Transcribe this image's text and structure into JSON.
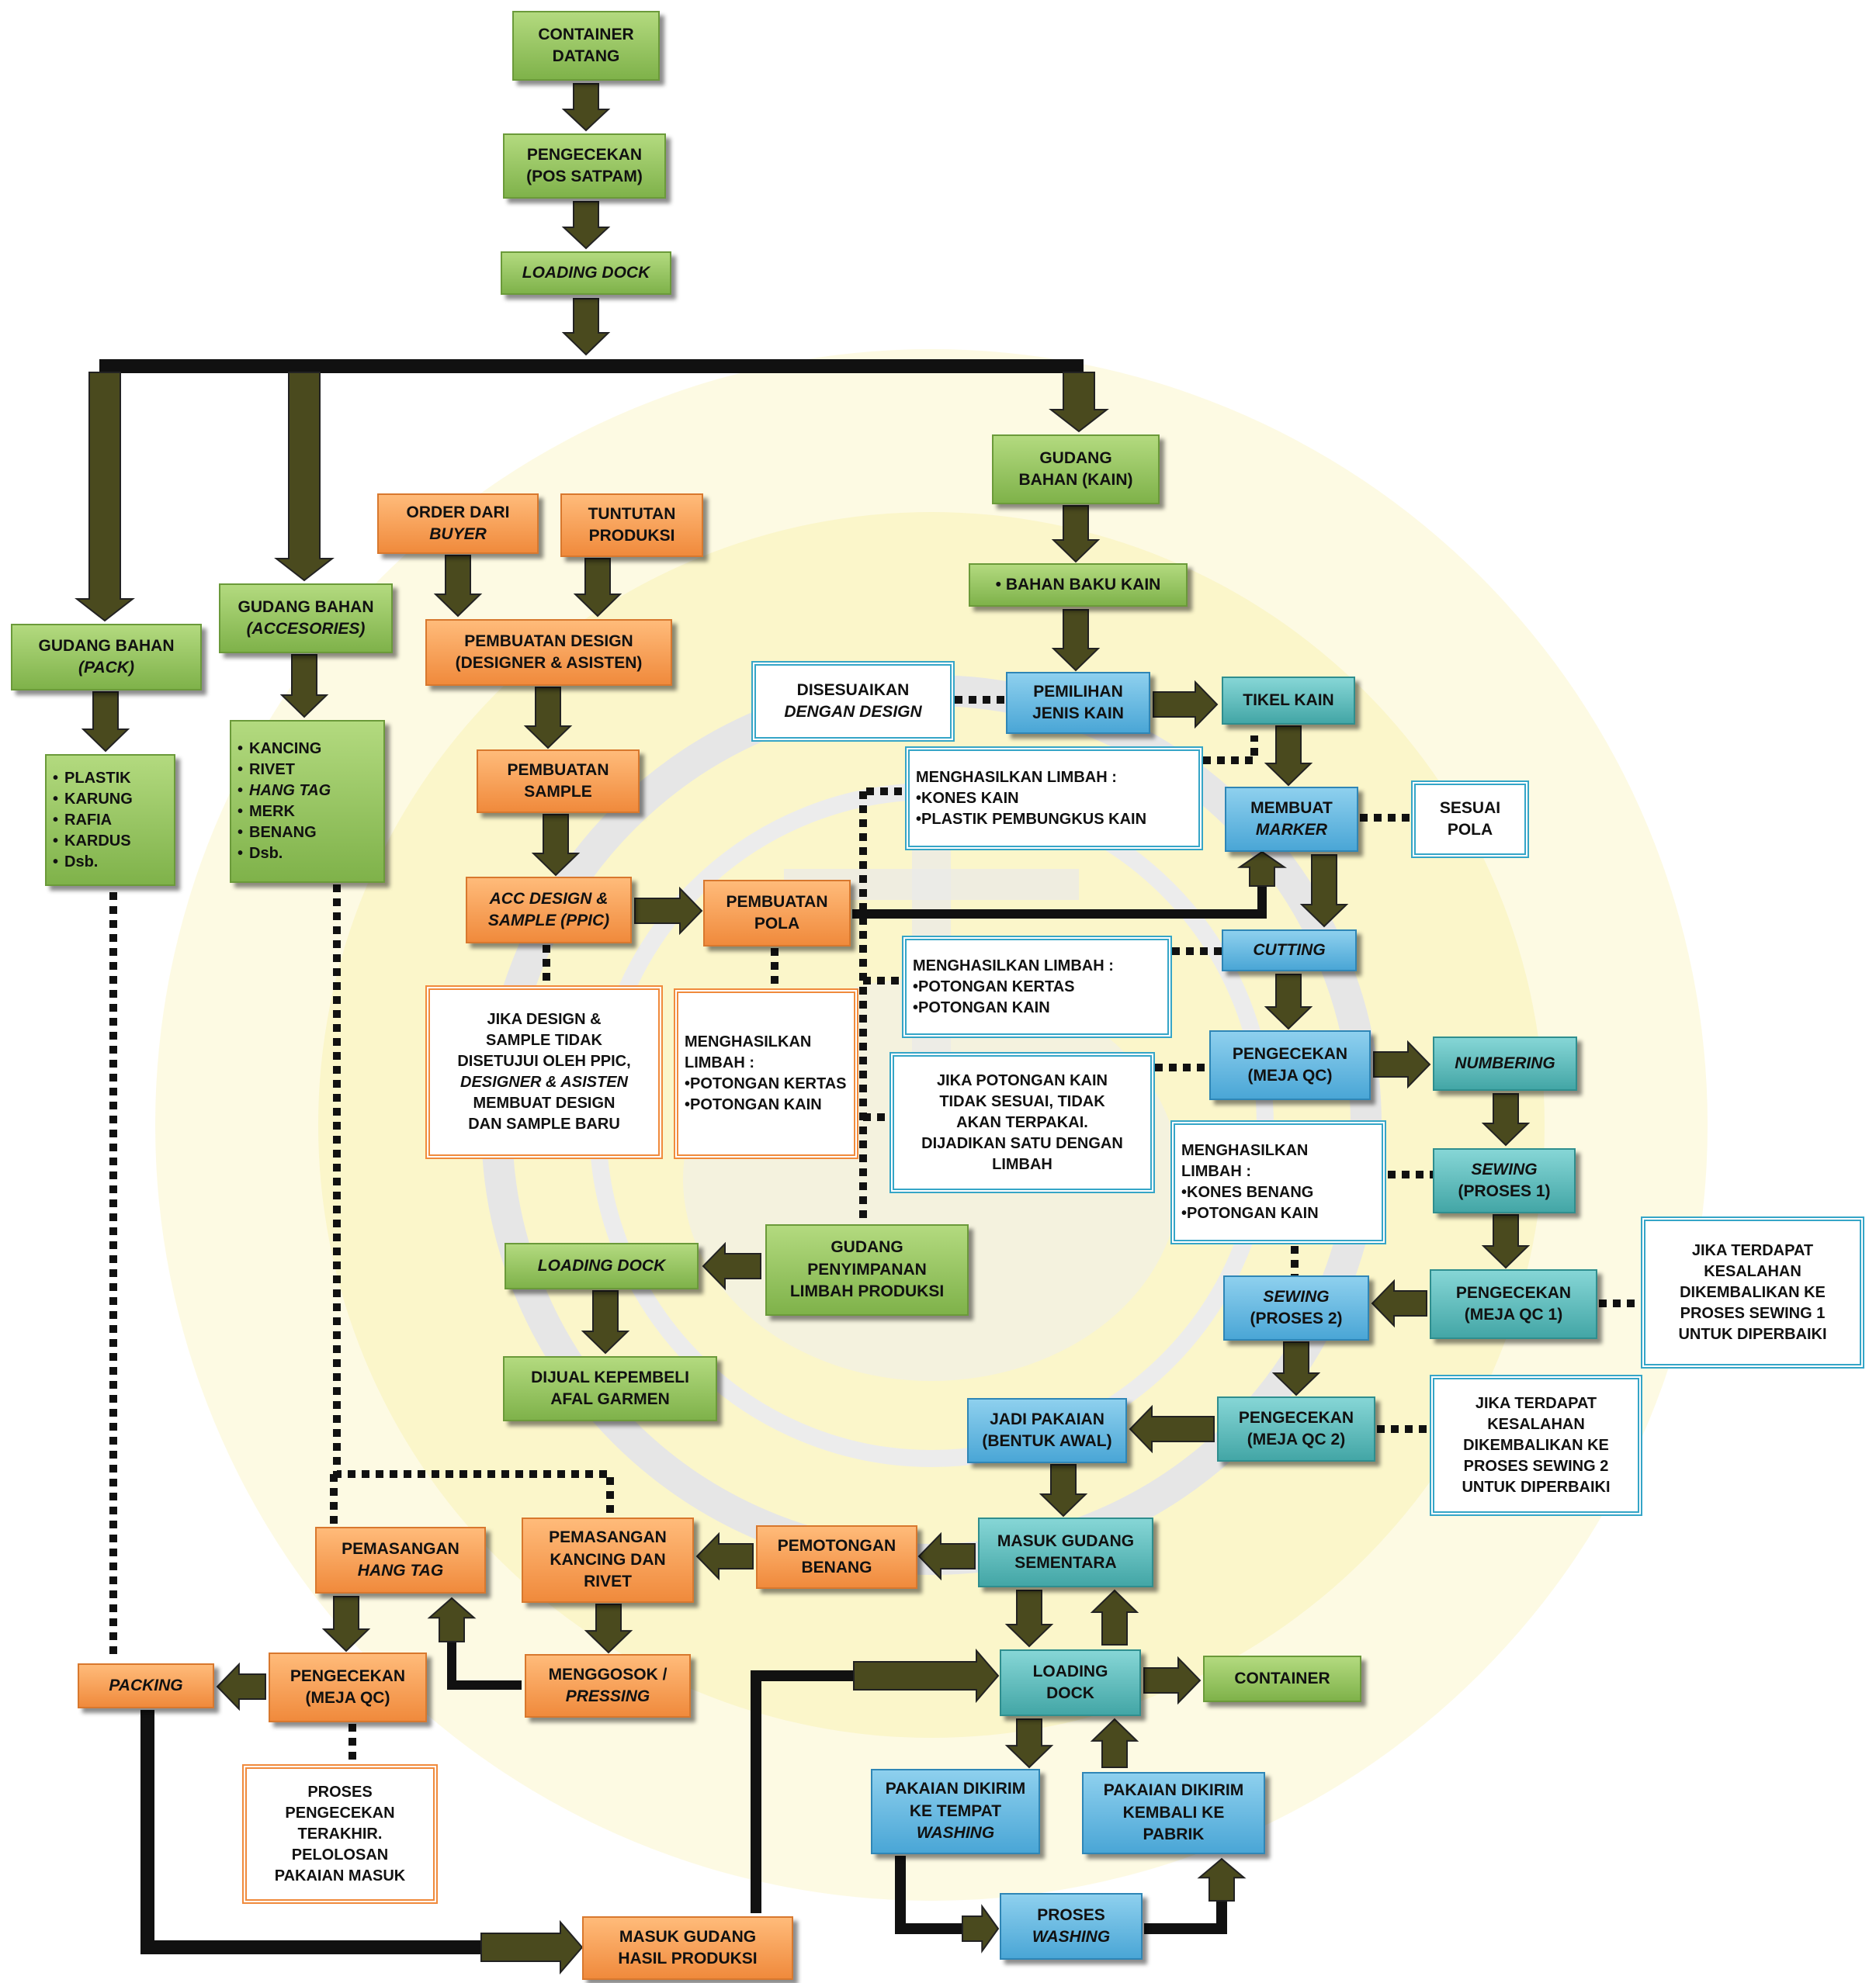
{
  "nodes": {
    "container_datang": [
      "CONTAINER",
      "DATANG"
    ],
    "pengecekan_pos": [
      "PENGECEKAN",
      "(POS SATPAM)"
    ],
    "loading_dock_top": "LOADING DOCK",
    "gudang_pack": [
      "GUDANG BAHAN",
      "(PACK)"
    ],
    "gudang_pack_items": [
      "PLASTIK",
      "KARUNG",
      "RAFIA",
      "KARDUS",
      "Dsb."
    ],
    "gudang_accesories": [
      "GUDANG BAHAN",
      "(ACCESORIES)"
    ],
    "accesories_items": [
      "KANCING",
      "RIVET",
      "HANG TAG",
      "MERK",
      "BENANG",
      "Dsb."
    ],
    "order_buyer": [
      "ORDER DARI",
      "BUYER"
    ],
    "tuntutan_produksi": [
      "TUNTUTAN",
      "PRODUKSI"
    ],
    "pembuatan_design": [
      "PEMBUATAN DESIGN",
      "(DESIGNER & ASISTEN)"
    ],
    "pembuatan_sample": [
      "PEMBUATAN",
      "SAMPLE"
    ],
    "acc_design": [
      "ACC DESIGN &",
      "SAMPLE (PPIC)"
    ],
    "pembuatan_pola": [
      "PEMBUATAN",
      "POLA"
    ],
    "note_design": [
      "JIKA DESIGN &",
      "SAMPLE TIDAK",
      "DISETUJUI OLEH PPIC,",
      "DESIGNER & ASISTEN",
      "MEMBUAT DESIGN",
      "DAN SAMPLE BARU"
    ],
    "note_pola_head": [
      "MENGHASILKAN",
      "LIMBAH :"
    ],
    "note_pola_items": [
      "POTONGAN KERTAS",
      "POTONGAN KAIN"
    ],
    "gudang_kain": [
      "GUDANG",
      "BAHAN (KAIN)"
    ],
    "bahan_baku_kain": "BAHAN BAKU KAIN",
    "disesuaikan": [
      "DISESUAIKAN",
      "DENGAN DESIGN"
    ],
    "pemilihan_kain": [
      "PEMILIHAN",
      "JENIS KAIN"
    ],
    "tikel_kain": "TIKEL KAIN",
    "limbah_kones_head": "MENGHASILKAN LIMBAH :",
    "limbah_kones_items": [
      "KONES KAIN",
      "PLASTIK PEMBUNGKUS KAIN"
    ],
    "membuat_marker": [
      "MEMBUAT",
      "MARKER"
    ],
    "sesuai_pola": [
      "SESUAI",
      "POLA"
    ],
    "cutting": "CUTTING",
    "limbah_kertas_head": "MENGHASILKAN LIMBAH :",
    "limbah_kertas_items": [
      "POTONGAN KERTAS",
      "POTONGAN KAIN"
    ],
    "pengecekan_qc": [
      "PENGECEKAN",
      "(MEJA QC)"
    ],
    "numbering": "NUMBERING",
    "note_potongan": [
      "JIKA POTONGAN KAIN",
      "TIDAK SESUAI, TIDAK",
      "AKAN TERPAKAI.",
      "DIJADIKAN SATU DENGAN",
      "LIMBAH"
    ],
    "limbah_benang_head": [
      "MENGHASILKAN",
      "LIMBAH :"
    ],
    "limbah_benang_items": [
      "KONES BENANG",
      "POTONGAN KAIN"
    ],
    "sewing1": [
      "SEWING",
      "(PROSES 1)"
    ],
    "pengecekan_qc1": [
      "PENGECEKAN",
      "(MEJA QC 1)"
    ],
    "note_qc1": [
      "JIKA TERDAPAT",
      "KESALAHAN",
      "DIKEMBALIKAN KE",
      "PROSES SEWING 1",
      "UNTUK DIPERBAIKI"
    ],
    "sewing2": [
      "SEWING",
      "(PROSES 2)"
    ],
    "gudang_limbah": [
      "GUDANG",
      "PENYIMPANAN",
      "LIMBAH PRODUKSI"
    ],
    "loading_dock_mid": "LOADING DOCK",
    "dijual": [
      "DIJUAL KEPEMBELI",
      "AFAL GARMEN"
    ],
    "jadi_pakaian": [
      "JADI PAKAIAN",
      "(BENTUK AWAL)"
    ],
    "pengecekan_qc2": [
      "PENGECEKAN",
      "(MEJA QC 2)"
    ],
    "note_qc2": [
      "JIKA TERDAPAT",
      "KESALAHAN",
      "DIKEMBALIKAN KE",
      "PROSES SEWING 2",
      "UNTUK DIPERBAIKI"
    ],
    "masuk_gudang_sementara": [
      "MASUK GUDANG",
      "SEMENTARA"
    ],
    "pemotongan_benang": [
      "PEMOTONGAN",
      "BENANG"
    ],
    "pemasangan_kancing": [
      "PEMASANGAN",
      "KANCING DAN",
      "RIVET"
    ],
    "pemasangan_hangtag": [
      "PEMASANGAN",
      "HANG TAG"
    ],
    "loading_dock_bottom": [
      "LOADING",
      "DOCK"
    ],
    "container_bottom": "CONTAINER",
    "menggosok": [
      "MENGGOSOK /",
      "PRESSING"
    ],
    "pengecekan_bottom": [
      "PENGECEKAN",
      "(MEJA QC)"
    ],
    "packing": "PACKING",
    "proses_akhir": [
      "PROSES",
      "PENGECEKAN",
      "TERAKHIR.",
      "PELOLOSAN",
      "PAKAIAN MASUK"
    ],
    "pakaian_washing": [
      "PAKAIAN DIKIRIM",
      "KE TEMPAT",
      "WASHING"
    ],
    "pakaian_kembali": [
      "PAKAIAN DIKIRIM",
      "KEMBALI KE",
      "PABRIK"
    ],
    "proses_washing": [
      "PROSES",
      "WASHING"
    ],
    "masuk_gudang_hasil": [
      "MASUK GUDANG",
      "HASIL PRODUKSI"
    ]
  },
  "colors": {
    "green": "#8fc05a",
    "orange": "#f59a4e",
    "teal": "#5cbaba",
    "blue": "#5db4e0",
    "note_orange_border": "#f08a3c",
    "note_blue_border": "#35a5c7",
    "arrow": "#4a4a1e"
  }
}
